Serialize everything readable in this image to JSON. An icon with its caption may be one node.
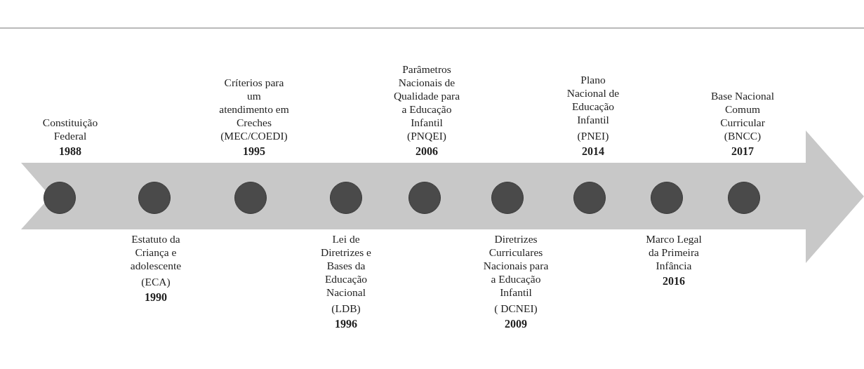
{
  "diagram": {
    "nodes": [
      {
        "text": [],
        "shape": "circle",
        "beside": [
          "Constituição Federal",
          "1988"
        ]
      },
      {
        "text": [],
        "shape": "circle",
        "beside": [
          "Estatuto da Criança e adolescente",
          "(ECA)",
          "1990"
        ]
      },
      {
        "text": [],
        "shape": "circle",
        "beside": [
          "Críterios para um atendimento em Creches (MEC/COEDI)",
          "1995"
        ]
      },
      {
        "text": [],
        "shape": "circle",
        "beside": [
          "Lei de Diretrizes e Bases da Educação Nacional",
          "(LDB)",
          "1996"
        ]
      },
      {
        "text": [],
        "shape": "circle",
        "beside": [
          "Parâmetros Nacionais de Qualidade para a Educação Infantil (PNQEI)",
          "2006"
        ]
      },
      {
        "text": [],
        "shape": "circle",
        "beside": [
          "Diretrizes Curriculares Nacionais para a Educação Infantil",
          "( DCNEI)",
          "2009"
        ]
      },
      {
        "text": [],
        "shape": "circle",
        "beside": [
          "Plano Nacional de Educação Infantil",
          "(PNEI)",
          "2014"
        ]
      },
      {
        "text": [],
        "shape": "circle",
        "beside": [
          "Marco Legal da Primeira Infância",
          "2016"
        ]
      },
      {
        "text": [],
        "shape": "circle",
        "beside": [
          "Base Nacional Comum Curricular (BNCC)",
          "2017"
        ]
      }
    ]
  }
}
